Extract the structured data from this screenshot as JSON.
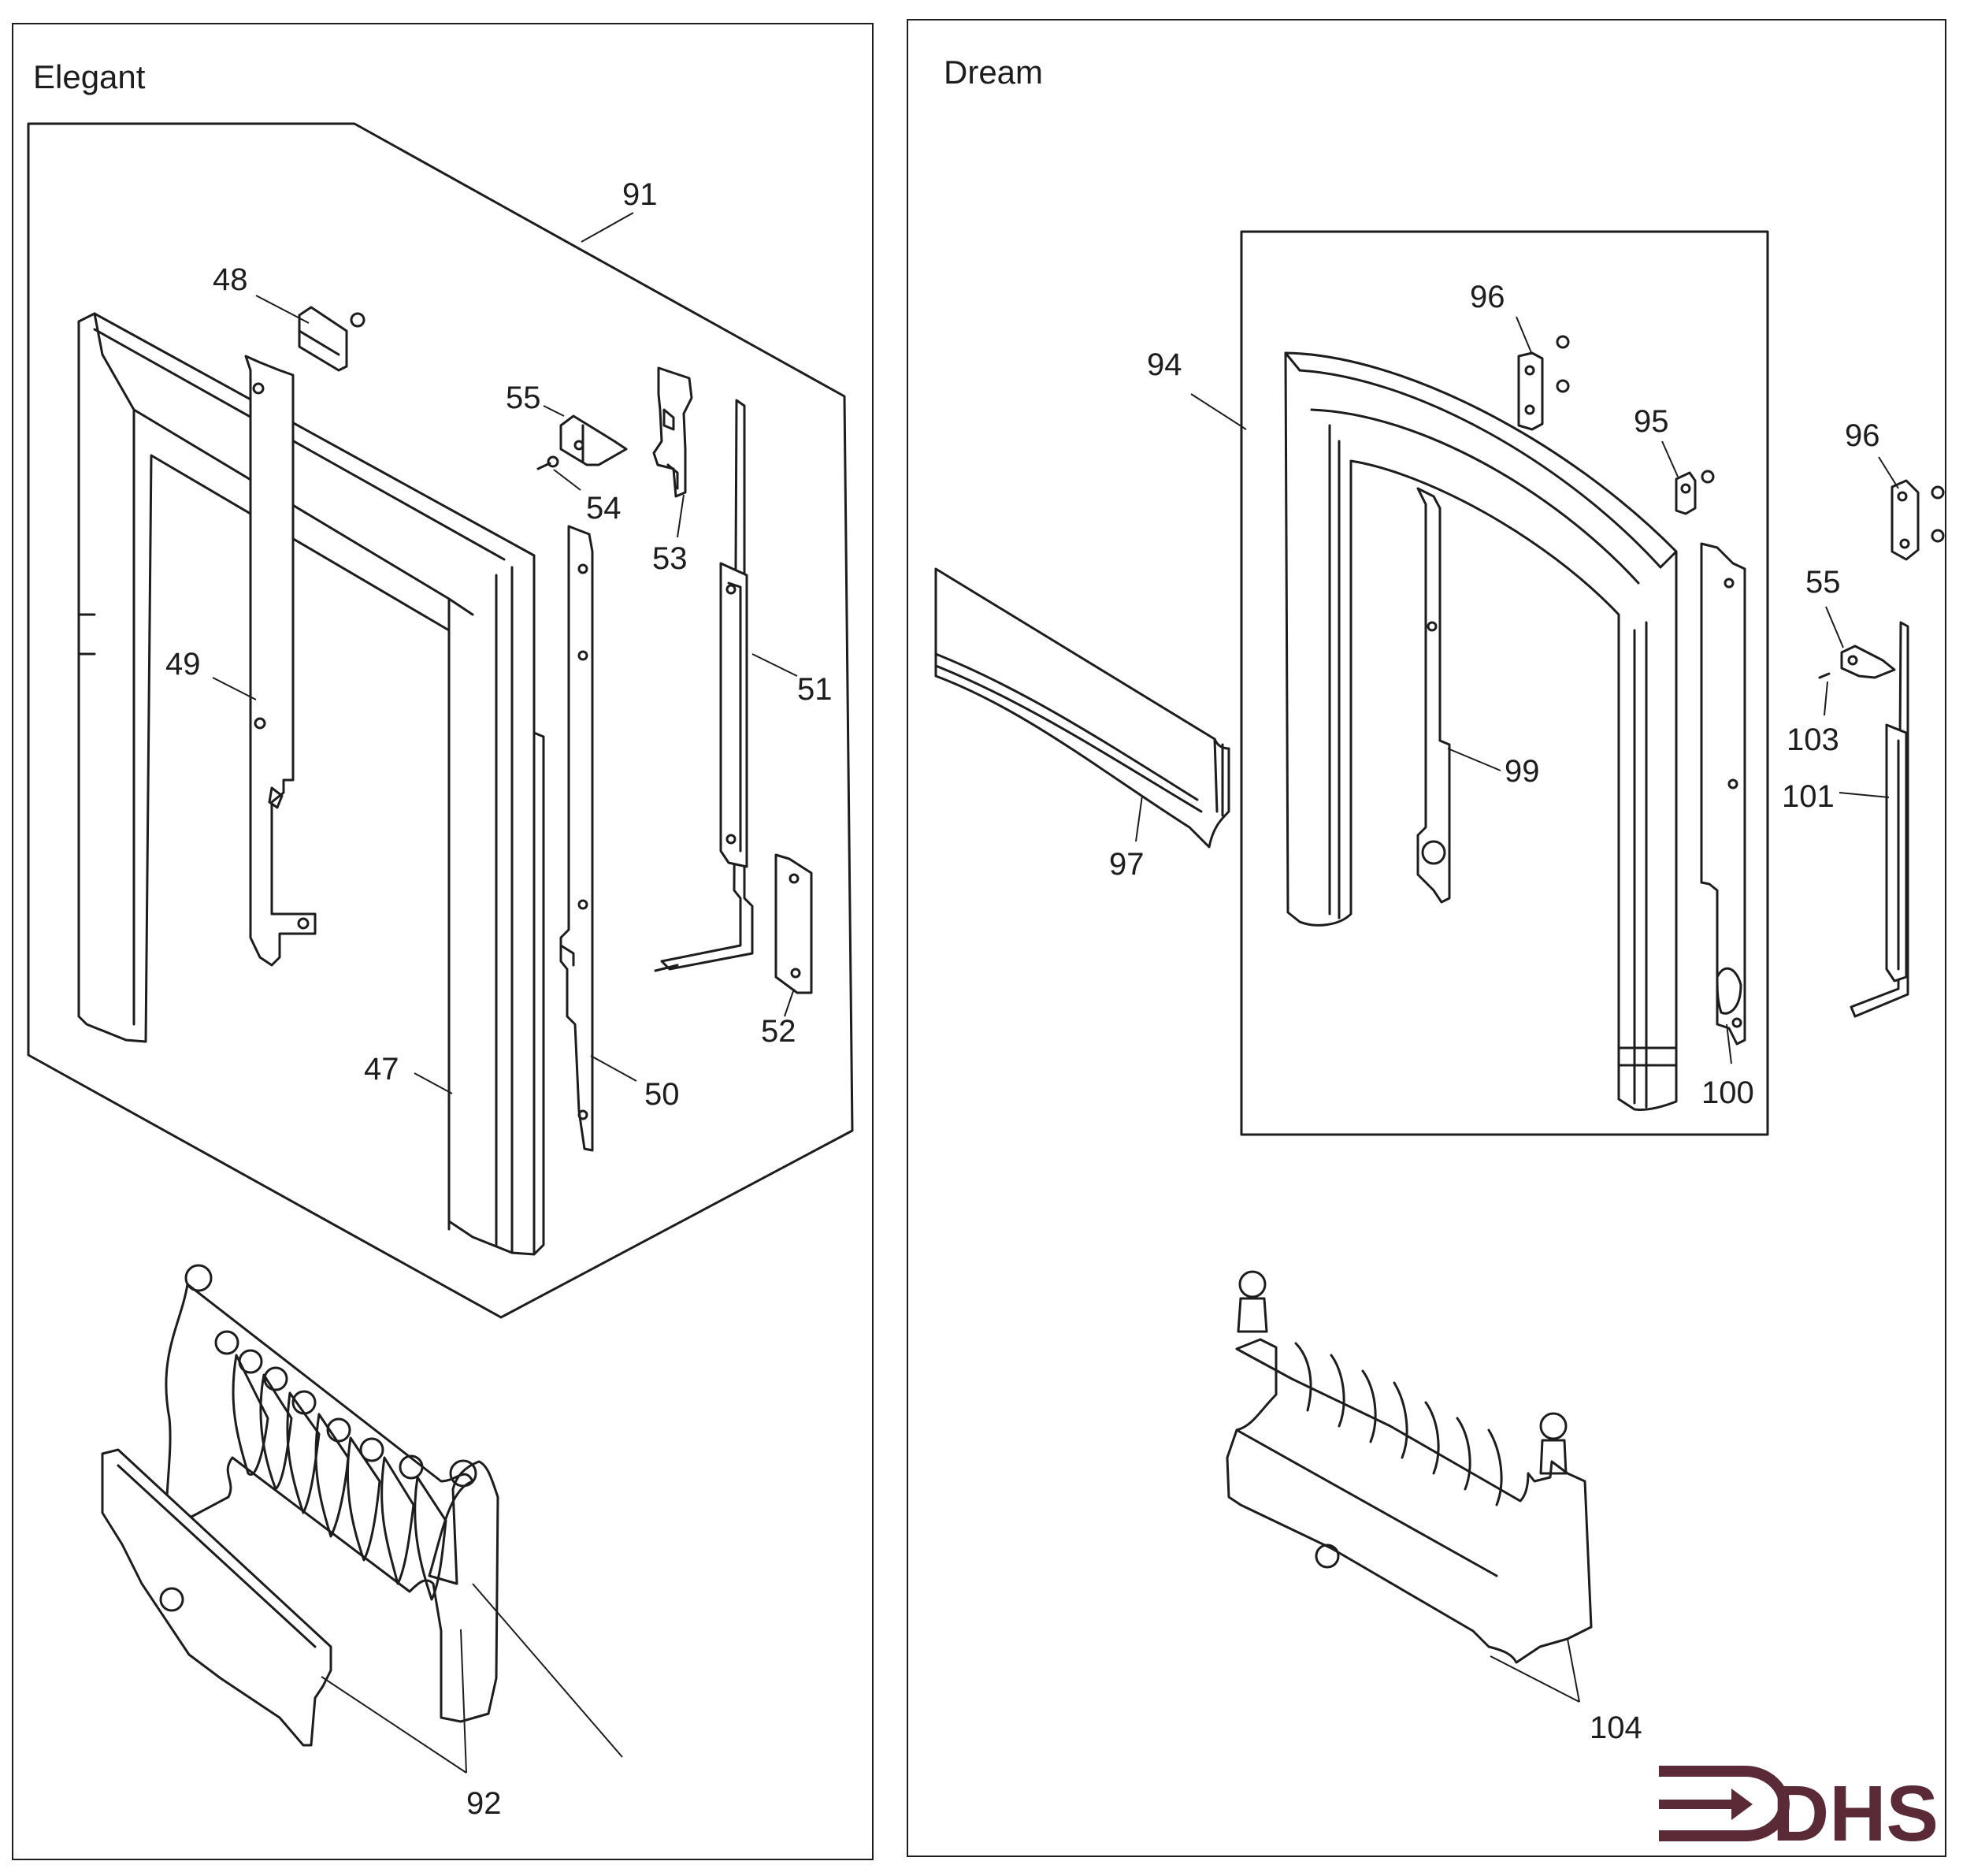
{
  "panels": {
    "left": {
      "title": "Elegant"
    },
    "right": {
      "title": "Dream"
    }
  },
  "callouts": {
    "p91": "91",
    "p48": "48",
    "p55a": "55",
    "p54": "54",
    "p53": "53",
    "p49": "49",
    "p51": "51",
    "p52": "52",
    "p47": "47",
    "p50": "50",
    "p92": "92",
    "p94": "94",
    "p96a": "96",
    "p95": "95",
    "p96b": "96",
    "p55b": "55",
    "p103": "103",
    "p101": "101",
    "p99": "99",
    "p97": "97",
    "p100": "100",
    "p104": "104"
  },
  "logo": {
    "text": "DHS",
    "color": "#5a2a36"
  }
}
